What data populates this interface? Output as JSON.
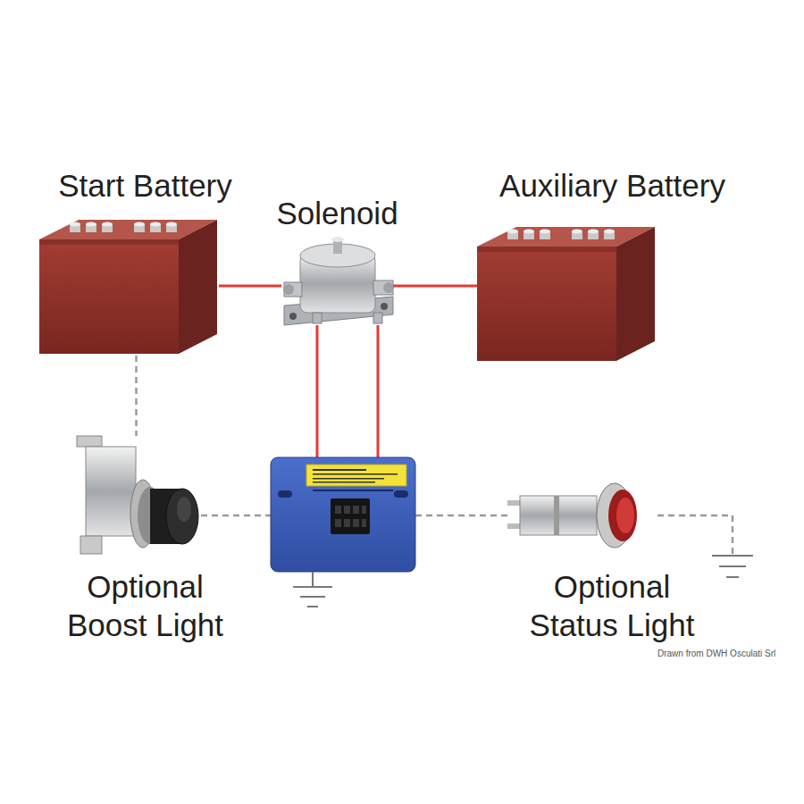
{
  "diagram": {
    "nodes": [
      {
        "text": [
          "Start Battery"
        ]
      },
      {
        "text": [
          "Solenoid"
        ]
      },
      {
        "text": [
          "Auxiliary Battery"
        ]
      },
      {
        "text": [
          "Optional Boost Light"
        ]
      },
      {
        "text": [
          "Optional Status Light"
        ]
      }
    ],
    "edges": [
      {
        "from": 0,
        "to": 1,
        "arrow": "none"
      },
      {
        "from": 1,
        "to": 2,
        "arrow": "none"
      },
      {
        "from": 0,
        "to": 3,
        "arrow": "none"
      }
    ],
    "labels": [
      "Drawn from DWH Osculati Srl"
    ]
  }
}
